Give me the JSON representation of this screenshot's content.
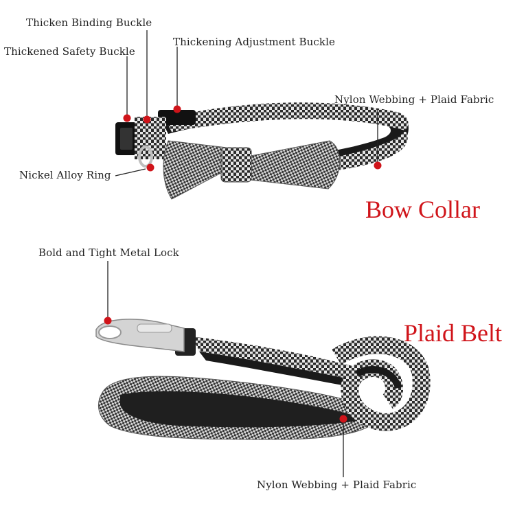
{
  "colors": {
    "accent": "#d0141a",
    "leader_line": "#222222",
    "webbing": "#1a1a1a",
    "plaid_dark": "#2a2a2a",
    "plaid_light": "#e6e6e6",
    "metal": "#cfcfcf"
  },
  "collar": {
    "title": "Bow Collar",
    "labels": {
      "binding_buckle": "Thicken Binding Buckle",
      "safety_buckle": "Thickened Safety Buckle",
      "adjustment_buckle": "Thickening Adjustment Buckle",
      "webbing": "Nylon Webbing + Plaid Fabric",
      "ring": "Nickel Alloy Ring"
    }
  },
  "leash": {
    "title": "Plaid Belt",
    "labels": {
      "lock": "Bold and Tight Metal Lock",
      "webbing": "Nylon Webbing + Plaid Fabric"
    }
  }
}
